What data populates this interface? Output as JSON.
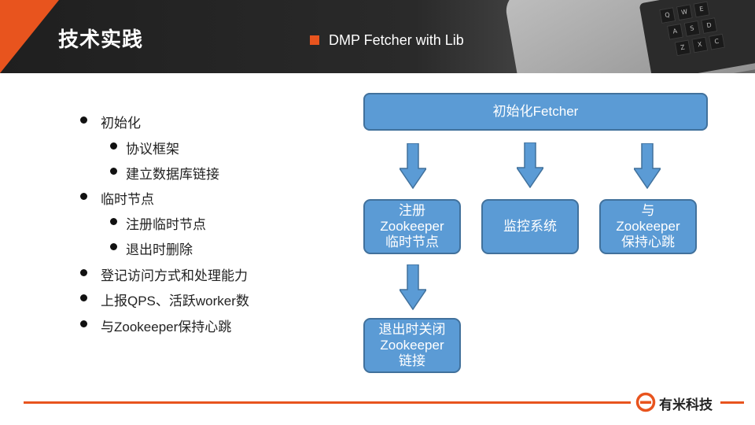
{
  "slide": {
    "title": "技术实践",
    "subtitle": "DMP Fetcher with Lib"
  },
  "bullets": [
    {
      "text": "初始化",
      "level": 1
    },
    {
      "text": "协议框架",
      "level": 2
    },
    {
      "text": "建立数据库链接",
      "level": 2
    },
    {
      "text": "临时节点",
      "level": 1
    },
    {
      "text": "注册临时节点",
      "level": 2
    },
    {
      "text": "退出时删除",
      "level": 2
    },
    {
      "text": "登记访问方式和处理能力",
      "level": 1
    },
    {
      "text": "上报QPS、活跃worker数",
      "level": 1
    },
    {
      "text": "与Zookeeper保持心跳",
      "level": 1
    }
  ],
  "flow": {
    "top": "初始化Fetcher",
    "box1": [
      "注册",
      "Zookeeper",
      "临时节点"
    ],
    "box2": [
      "监控系统"
    ],
    "box3": [
      "与",
      "Zookeeper",
      "保持心跳"
    ],
    "box4": [
      "退出时关闭",
      "Zookeeper",
      "链接"
    ]
  },
  "brand": {
    "name": "有米科技",
    "accent": "#e8541e",
    "box_color": "#5b9bd5",
    "box_border": "#41719c"
  },
  "keyboard_keys": [
    "Q",
    "W",
    "E",
    "A",
    "S",
    "D",
    "Z",
    "X",
    "C"
  ]
}
